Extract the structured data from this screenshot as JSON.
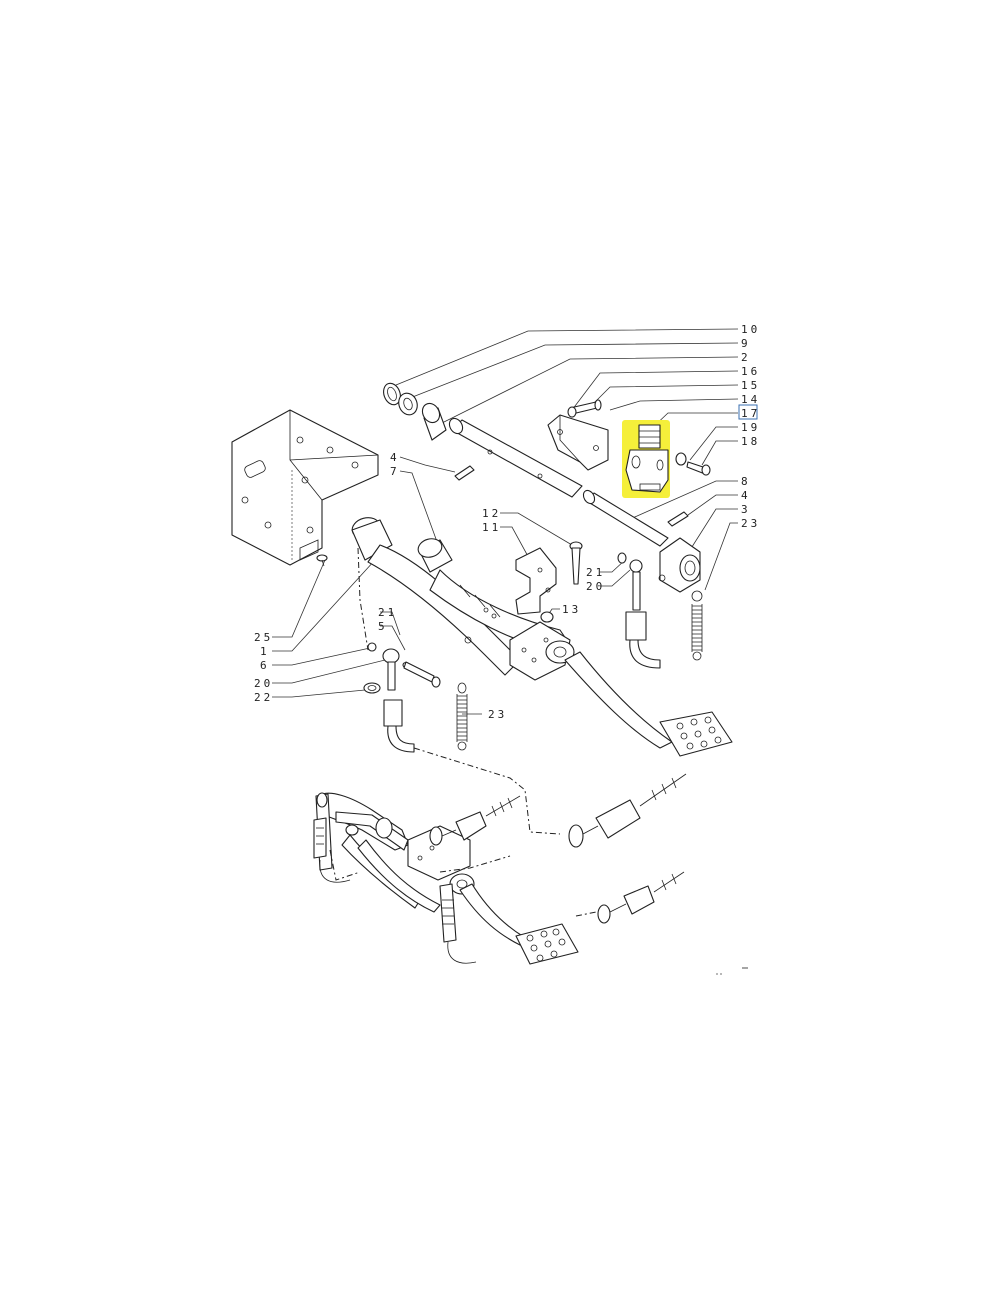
{
  "diagram": {
    "highlight_color": "#f5ef3a",
    "highlighted_part": "17",
    "callouts": [
      {
        "id": "c10",
        "text": "10"
      },
      {
        "id": "c9",
        "text": "9"
      },
      {
        "id": "c2",
        "text": "2"
      },
      {
        "id": "c16",
        "text": "16"
      },
      {
        "id": "c15",
        "text": "15"
      },
      {
        "id": "c14",
        "text": "14"
      },
      {
        "id": "c17",
        "text": "17"
      },
      {
        "id": "c19",
        "text": "19"
      },
      {
        "id": "c18",
        "text": "18"
      },
      {
        "id": "c4a",
        "text": "4"
      },
      {
        "id": "c7",
        "text": "7"
      },
      {
        "id": "c8",
        "text": "8"
      },
      {
        "id": "c4b",
        "text": "4"
      },
      {
        "id": "c3",
        "text": "3"
      },
      {
        "id": "c23a",
        "text": "23"
      },
      {
        "id": "c12",
        "text": "12"
      },
      {
        "id": "c11",
        "text": "11"
      },
      {
        "id": "c21a",
        "text": "21"
      },
      {
        "id": "c20a",
        "text": "20"
      },
      {
        "id": "c13",
        "text": "13"
      },
      {
        "id": "c21b",
        "text": "21"
      },
      {
        "id": "c5",
        "text": "5"
      },
      {
        "id": "c25",
        "text": "25"
      },
      {
        "id": "c1",
        "text": "1"
      },
      {
        "id": "c6",
        "text": "6"
      },
      {
        "id": "c20b",
        "text": "20"
      },
      {
        "id": "c22",
        "text": "22"
      },
      {
        "id": "c23b",
        "text": "23"
      }
    ]
  }
}
